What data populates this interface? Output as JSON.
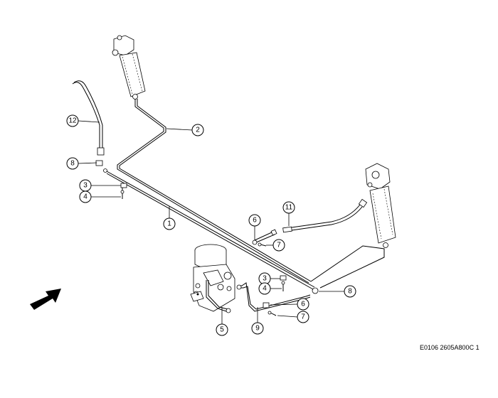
{
  "callouts": [
    {
      "id": "c12",
      "label": "12"
    },
    {
      "id": "c2",
      "label": "2"
    },
    {
      "id": "c8a",
      "label": "8"
    },
    {
      "id": "c3a",
      "label": "3"
    },
    {
      "id": "c4a",
      "label": "4"
    },
    {
      "id": "c1",
      "label": "1"
    },
    {
      "id": "c11",
      "label": "11"
    },
    {
      "id": "c6a",
      "label": "6"
    },
    {
      "id": "c7a",
      "label": "7"
    },
    {
      "id": "c3b",
      "label": "3"
    },
    {
      "id": "c4b",
      "label": "4"
    },
    {
      "id": "c8b",
      "label": "8"
    },
    {
      "id": "c6b",
      "label": "6"
    },
    {
      "id": "c7b",
      "label": "7"
    },
    {
      "id": "c5",
      "label": "5"
    },
    {
      "id": "c9",
      "label": "9"
    }
  ],
  "doc_code": "E0106 2605A800C 1",
  "icons": {
    "direction_arrow": "arrow-up-right-icon"
  },
  "colors": {
    "line": "#000000",
    "background": "#ffffff"
  }
}
